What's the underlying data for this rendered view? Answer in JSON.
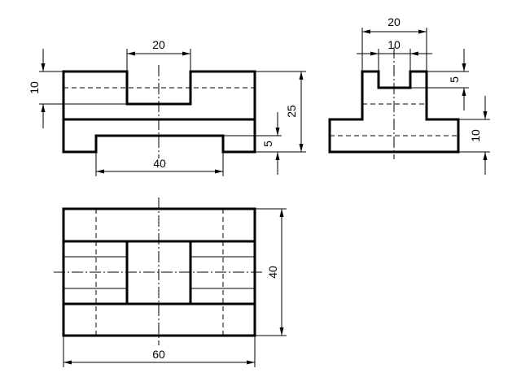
{
  "views": {
    "front": {
      "dim_top_width": "20",
      "dim_bottom_width": "40",
      "dim_left_height": "10",
      "dim_right_height": "25",
      "dim_right_small": "5"
    },
    "side": {
      "dim_top_outer": "20",
      "dim_top_inner": "10",
      "dim_notch_depth": "5",
      "dim_base_height": "10"
    },
    "top": {
      "dim_width": "60",
      "dim_height": "40"
    }
  }
}
